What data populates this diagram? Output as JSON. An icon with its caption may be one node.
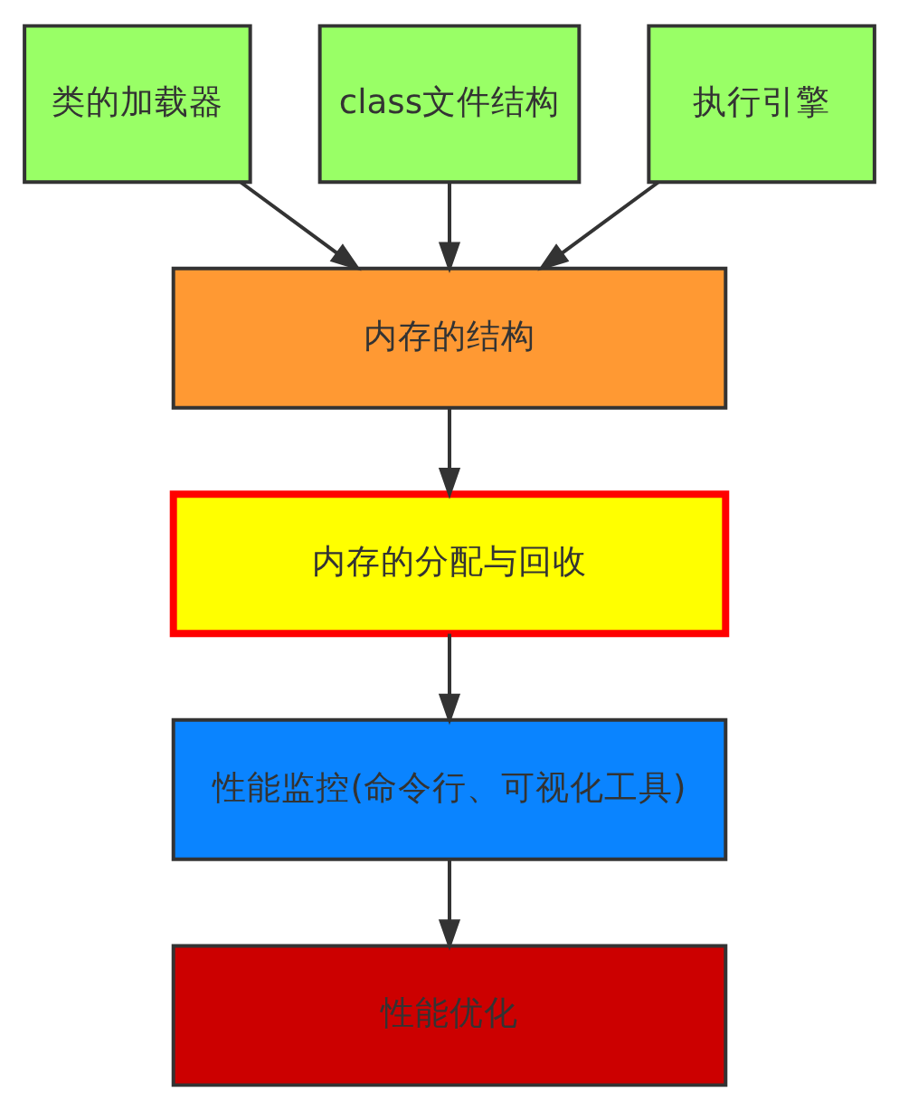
{
  "diagram": {
    "nodes": [
      {
        "text": [
          "类的加载器"
        ]
      },
      {
        "text": [
          "class文件结构"
        ]
      },
      {
        "text": [
          "执行引擎"
        ]
      },
      {
        "text": [
          "内存的结构"
        ]
      },
      {
        "text": [
          "内存的分配与回收"
        ]
      },
      {
        "text": [
          "性能监控(命令行、可视化工具)"
        ]
      },
      {
        "text": [
          "性能优化"
        ]
      }
    ],
    "edges": [
      {
        "from": 0,
        "to": 3,
        "arrow": "to"
      },
      {
        "from": 1,
        "to": 3,
        "arrow": "to"
      },
      {
        "from": 2,
        "to": 3,
        "arrow": "to"
      },
      {
        "from": 3,
        "to": 4,
        "arrow": "to"
      },
      {
        "from": 4,
        "to": 5,
        "arrow": "to"
      },
      {
        "from": 5,
        "to": 6,
        "arrow": "to"
      }
    ]
  }
}
